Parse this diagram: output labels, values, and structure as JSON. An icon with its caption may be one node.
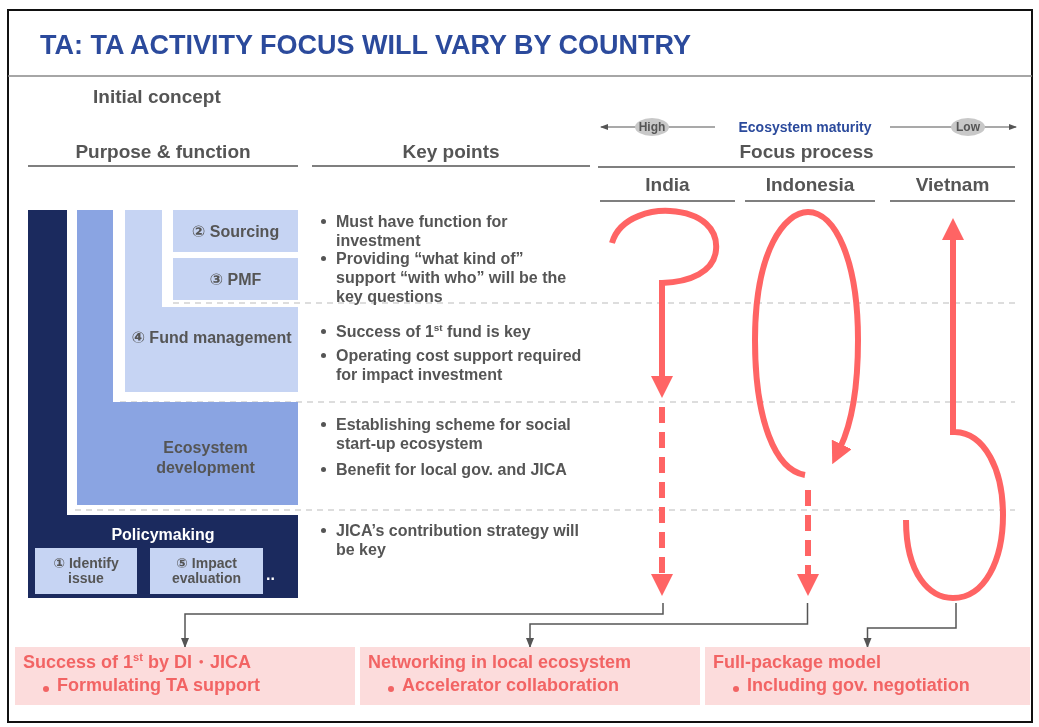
{
  "diagram": {
    "title": "TA: TA ACTIVITY FOCUS WILL VARY BY COUNTRY",
    "nodes": [
      {
        "text": [
          "Policymaking"
        ]
      },
      {
        "text": [
          "Ecosystem development"
        ],
        "in": 0
      },
      {
        "text": [
          "④ Fund management"
        ],
        "in": 1
      },
      {
        "text": [
          "② Sourcing"
        ],
        "in": 2
      },
      {
        "text": [
          "③ PMF"
        ],
        "in": 2
      },
      {
        "text": [
          "① Identify issue"
        ],
        "in": 0
      },
      {
        "text": [
          "⑤ Impact evaluation"
        ],
        "in": 0
      },
      {
        "text": [],
        "shape": "picture"
      },
      {
        "text": [],
        "shape": "picture"
      },
      {
        "text": [],
        "shape": "picture"
      },
      {
        "text": [
          "Success of 1$^{st}$ by DI・JICA",
          "Formulating TA support"
        ]
      },
      {
        "text": [
          "Networking in local ecosystem",
          "Accelerator collaboration"
        ]
      },
      {
        "text": [
          "Full-package model",
          "Including gov. negotiation"
        ]
      }
    ],
    "edges": [
      {
        "from": 7,
        "to": 10,
        "arrow": "to"
      },
      {
        "from": 8,
        "to": 11,
        "arrow": "to"
      },
      {
        "from": 9,
        "to": 12,
        "arrow": "to"
      }
    ],
    "labels": [
      "Initial concept",
      "Purpose & function",
      "Key points",
      "High",
      "Ecosystem maturity",
      "Low",
      "Focus process",
      "India",
      "Indonesia",
      "Vietnam",
      "Must have function for investment",
      "Providing “what kind of” support “with who” will be the key questions",
      "Success of 1$^{st}$ fund is key",
      "Operating cost support required for impact investment",
      "Establishing scheme for social start-up ecosystem",
      "Benefit for local gov. and JICA",
      "JICA’s contribution strategy will be key",
      ".."
    ]
  }
}
